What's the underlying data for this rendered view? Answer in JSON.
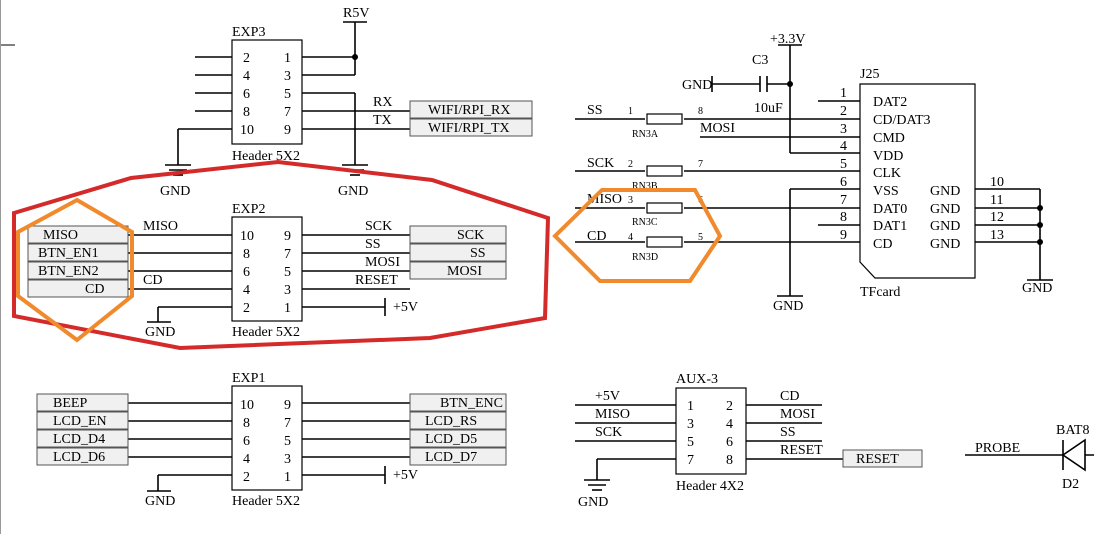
{
  "exp3": {
    "ref": "EXP3",
    "type": "Header 5X2",
    "pins": [
      "2",
      "1",
      "4",
      "3",
      "6",
      "5",
      "8",
      "7",
      "10",
      "9"
    ],
    "power": "R5V",
    "gnd_l": "GND",
    "gnd_r": "GND",
    "rx": "RX",
    "tx": "TX",
    "port_rx": "WIFI/RPI_RX",
    "port_tx": "WIFI/RPI_TX"
  },
  "exp2": {
    "ref": "EXP2",
    "type": "Header 5X2",
    "pins": [
      "10",
      "9",
      "8",
      "7",
      "6",
      "5",
      "4",
      "3",
      "2",
      "1"
    ],
    "left_nets": [
      "MISO",
      "CD"
    ],
    "right_nets": [
      "SCK",
      "SS",
      "MOSI",
      "RESET"
    ],
    "ports_left": [
      "MISO",
      "BTN_EN1",
      "BTN_EN2",
      "CD"
    ],
    "ports_right": [
      "SCK",
      "SS",
      "MOSI"
    ],
    "vcc": "+5V",
    "gnd": "GND"
  },
  "exp1": {
    "ref": "EXP1",
    "type": "Header 5X2",
    "pins": [
      "10",
      "9",
      "8",
      "7",
      "6",
      "5",
      "4",
      "3",
      "2",
      "1"
    ],
    "ports_left": [
      "BEEP",
      "LCD_EN",
      "LCD_D4",
      "LCD_D6"
    ],
    "ports_right": [
      "BTN_ENC",
      "LCD_RS",
      "LCD_D5",
      "LCD_D7"
    ],
    "vcc": "+5V",
    "gnd": "GND"
  },
  "tf": {
    "power": "+3.3V",
    "cap_ref": "C3",
    "cap_val": "10uF",
    "cap_gnd": "GND",
    "conn_ref": "J25",
    "conn_type": "TFcard",
    "left_pins": [
      "1",
      "2",
      "3",
      "4",
      "5",
      "6",
      "7",
      "8",
      "9"
    ],
    "left_names": [
      "DAT2",
      "CD/DAT3",
      "CMD",
      "VDD",
      "CLK",
      "VSS",
      "DAT0",
      "DAT1",
      "CD"
    ],
    "gnd_names": [
      "GND",
      "GND",
      "GND",
      "GND"
    ],
    "gnd_pins": [
      "10",
      "11",
      "12",
      "13"
    ],
    "gnd_r": "GND",
    "gnd_bottom": "GND",
    "rn": [
      {
        "net": "SS",
        "p1": "1",
        "p2": "8",
        "ref": "RN3A",
        "out": "MOSI"
      },
      {
        "net": "SCK",
        "p1": "2",
        "p2": "7",
        "ref": "RN3B"
      },
      {
        "net": "MISO",
        "p1": "3",
        "p2": "6",
        "ref": "RN3C"
      },
      {
        "net": "CD",
        "p1": "4",
        "p2": "5",
        "ref": "RN3D"
      }
    ]
  },
  "aux": {
    "ref": "AUX-3",
    "type": "Header 4X2",
    "pins": [
      "1",
      "2",
      "3",
      "4",
      "5",
      "6",
      "7",
      "8"
    ],
    "left_nets": [
      "+5V",
      "MISO",
      "SCK"
    ],
    "right_nets": [
      "CD",
      "MOSI",
      "SS",
      "RESET"
    ],
    "port": "RESET",
    "gnd": "GND"
  },
  "probe": {
    "net": "PROBE",
    "ref": "BAT8",
    "des": "D2"
  },
  "highlight": {
    "red": "#d42a2a",
    "orange": "#f08a2c"
  }
}
